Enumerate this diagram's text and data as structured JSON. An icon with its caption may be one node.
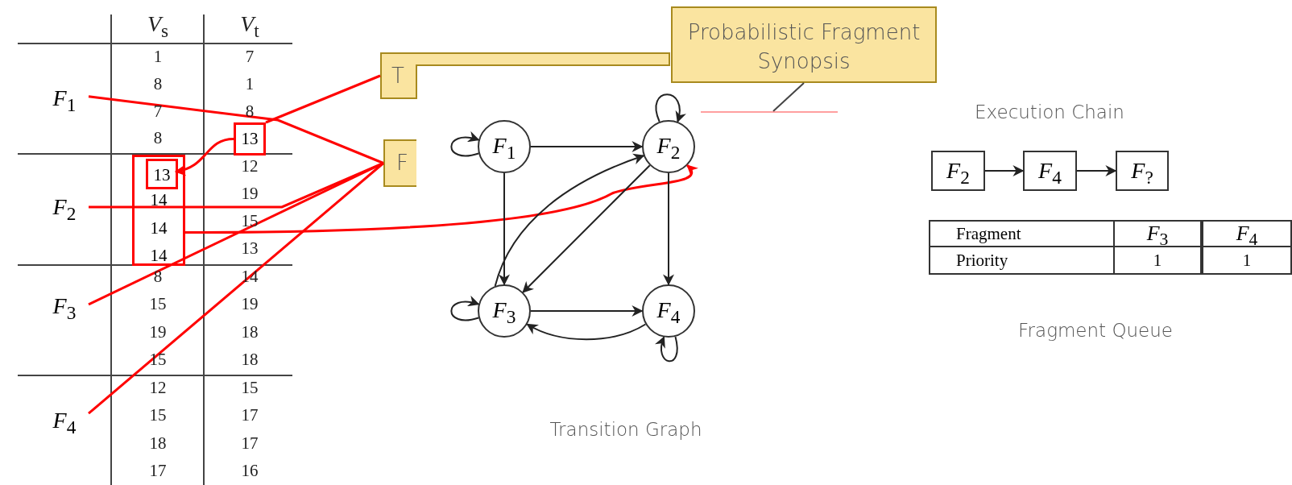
{
  "diagram": {
    "nodes": [
      {
        "text": [
          "T"
        ]
      },
      {
        "text": [
          "F"
        ]
      },
      {
        "text": [
          "Probabilistic Fragment Synopsis"
        ]
      },
      {
        "text": [
          "*F*$_{1}$"
        ]
      },
      {
        "text": [
          "*F*$_{2}$"
        ]
      },
      {
        "text": [
          "*F*$_{3}$"
        ]
      },
      {
        "text": [
          "*F*$_{4}$"
        ]
      },
      {
        "text": [
          "13"
        ]
      },
      {
        "text": [
          "14",
          "14",
          "14"
        ]
      },
      {
        "text": [
          "13"
        ],
        "in": 8
      },
      {
        "text": [
          "*F*$_{1}$"
        ]
      },
      {
        "text": [
          "*F*$_{2}$"
        ]
      },
      {
        "text": [
          "*F*$_{3}$"
        ]
      },
      {
        "text": [
          "*F*$_{4}$"
        ]
      },
      {
        "text": [
          "*F*$_{2}$"
        ]
      },
      {
        "text": [
          "*F*$_{4}$"
        ]
      },
      {
        "text": [
          "*F*$_{?}$"
        ]
      }
    ],
    "edges": [
      {
        "from": 3,
        "to": 1,
        "arrow": "none",
        "color": "#ff0000"
      },
      {
        "from": 4,
        "to": 1,
        "arrow": "none",
        "color": "#ff0000"
      },
      {
        "from": 5,
        "to": 1,
        "arrow": "none",
        "color": "#ff0000"
      },
      {
        "from": 6,
        "to": 1,
        "arrow": "none",
        "color": "#ff0000"
      },
      {
        "from": 7,
        "to": 0,
        "arrow": "none",
        "color": "#ff0000"
      },
      {
        "from": 7,
        "to": 9,
        "arrow": "to",
        "color": "#ff0000"
      },
      {
        "from": 8,
        "to": 11,
        "arrow": "to",
        "color": "#ff0000"
      },
      {
        "from": 10,
        "to": 10,
        "arrow": "to"
      },
      {
        "from": 10,
        "to": 11,
        "arrow": "to"
      },
      {
        "from": 10,
        "to": 12,
        "arrow": "to"
      },
      {
        "from": 12,
        "to": 11,
        "arrow": "to"
      },
      {
        "from": 11,
        "to": 12,
        "arrow": "to"
      },
      {
        "from": 11,
        "to": 11,
        "arrow": "to"
      },
      {
        "from": 11,
        "to": 13,
        "arrow": "to"
      },
      {
        "from": 12,
        "to": 12,
        "arrow": "to"
      },
      {
        "from": 12,
        "to": 13,
        "arrow": "to"
      },
      {
        "from": 13,
        "to": 12,
        "arrow": "to"
      },
      {
        "from": 13,
        "to": 13,
        "arrow": "to"
      },
      {
        "from": 14,
        "to": 15,
        "arrow": "to"
      },
      {
        "from": 15,
        "to": 16,
        "arrow": "to"
      },
      {
        "from": 2,
        "to": null,
        "arrow": "none",
        "color": "#444444"
      }
    ],
    "labels": [
      "*V*$_{s}$",
      "*V*$_{t}$",
      "1",
      "7",
      "8",
      "1",
      "7",
      "8",
      "8",
      "12",
      "19",
      "15",
      "13",
      "8",
      "14",
      "15",
      "19",
      "19",
      "18",
      "15",
      "18",
      "12",
      "15",
      "15",
      "17",
      "18",
      "17",
      "17",
      "16",
      "Transition Graph",
      "Execution Chain",
      "Fragment",
      "*F*$_{3}$",
      "*F*$_{4}$",
      "Priority",
      "1",
      "1",
      "Fragment Queue"
    ]
  }
}
